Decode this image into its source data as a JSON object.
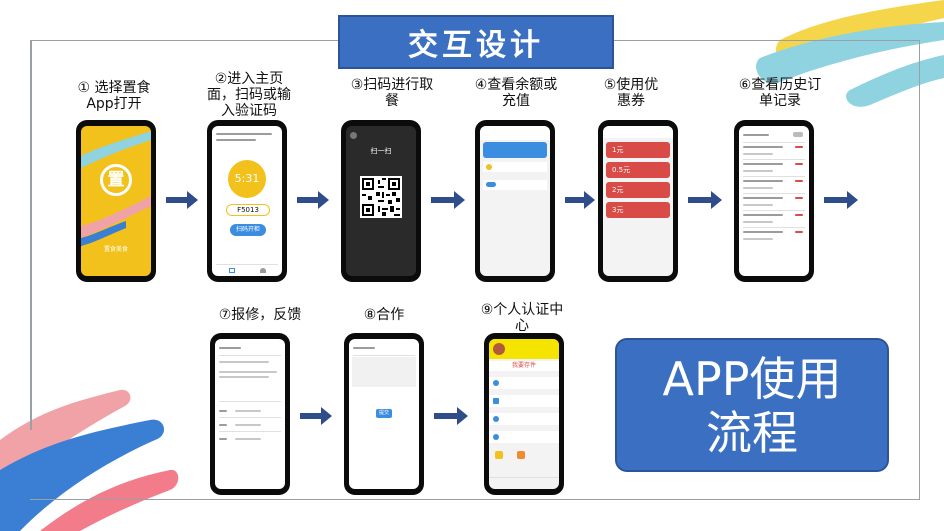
{
  "title": "交互设计",
  "summary": {
    "line1": "APP使用",
    "line2": "流程"
  },
  "steps": [
    {
      "label": "① 选择置食 App打开"
    },
    {
      "label": "②进入主页面，扫码或输入验证码"
    },
    {
      "label": "③扫码进行取餐"
    },
    {
      "label": "④查看余额或充值"
    },
    {
      "label": "⑤使用优惠券"
    },
    {
      "label": "⑥查看历史订单记录"
    },
    {
      "label": "⑦报修，反馈"
    },
    {
      "label": "⑧合作"
    },
    {
      "label": "⑨个人认证中心"
    }
  ],
  "screens": {
    "home": {
      "logo_text": "置",
      "slogan": "置食美食",
      "time": "5:31",
      "code": "F5013",
      "scan_btn": "扫码开柜"
    },
    "scan": {
      "header": "扫一扫"
    },
    "coupons": {
      "items": [
        "1元",
        "0.5元",
        "2元",
        "3元"
      ]
    },
    "cooperation": {
      "button": "提交"
    },
    "profile": {
      "banner": "我要存件"
    }
  },
  "colors": {
    "accent": "#3a6fc1",
    "arrow": "#2e4d8a",
    "coupon": "#d94b46",
    "splash_yellow": "#f2c11b"
  }
}
